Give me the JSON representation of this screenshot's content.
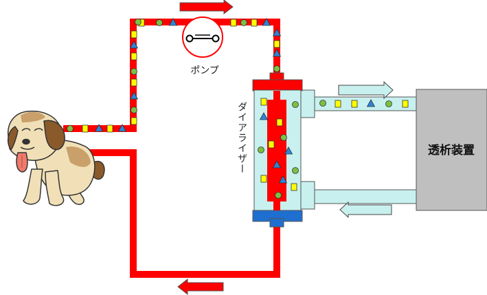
{
  "labels": {
    "pump": "ポンプ",
    "dialyzer": "ダイアライザー",
    "machine": "透析装置"
  },
  "colors": {
    "blood_line": "#ff0000",
    "dialysate_line": "#c8f0ee",
    "dialyzer_body": "#c8f0ee",
    "cap_top": "#ff0000",
    "cap_bottom": "#1e6fd0",
    "machine_box": "#bfbfbf",
    "particle_yellow": "#ffff00",
    "particle_green": "#7bc043",
    "particle_blue": "#2b86d9"
  },
  "icons": [
    "pump-icon",
    "dog-icon",
    "flow-arrow-icon"
  ]
}
